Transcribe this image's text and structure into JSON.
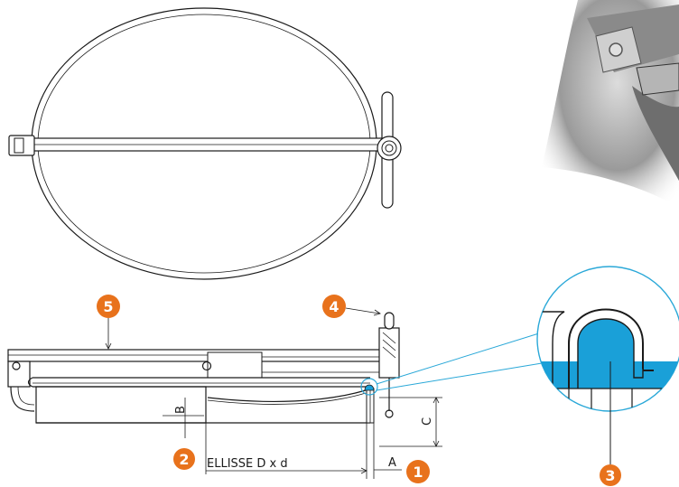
{
  "colors": {
    "callout": "#e8721c",
    "gasket": "#1aa0d8",
    "line": "#1a1a1a",
    "detail_circle": "#2aa8d8"
  },
  "labels": {
    "dim_a": "A",
    "dim_b": "B",
    "dim_c": "C",
    "ellipse": "ELLISSE D x d"
  },
  "callouts": [
    "1",
    "2",
    "3",
    "4",
    "5"
  ]
}
